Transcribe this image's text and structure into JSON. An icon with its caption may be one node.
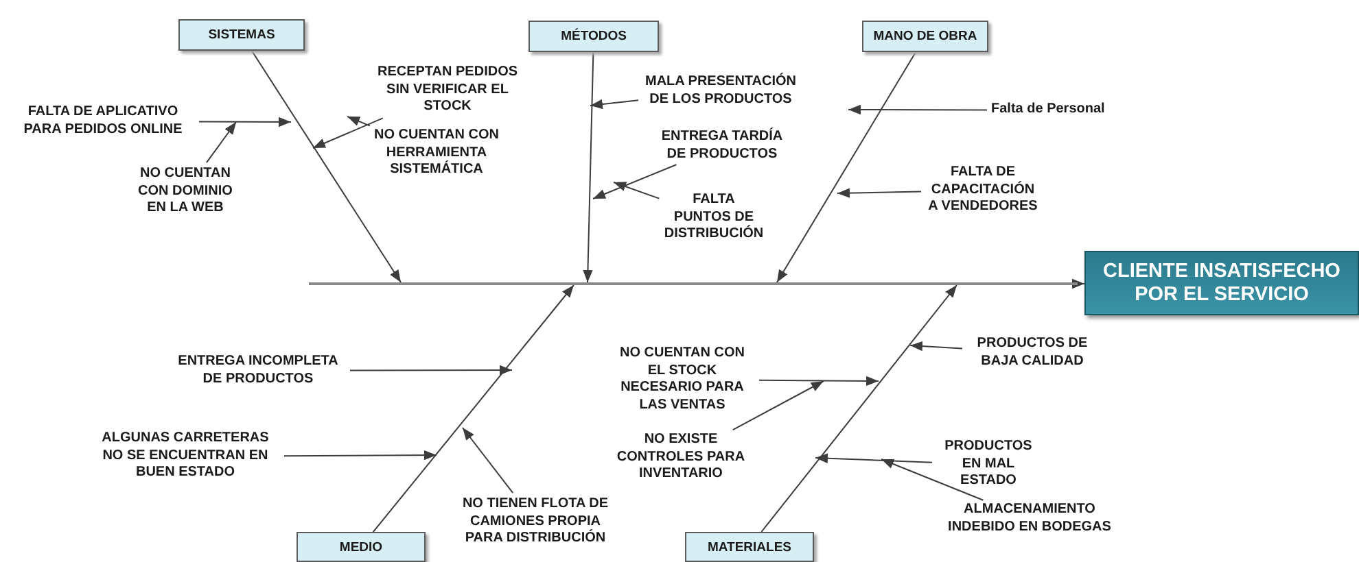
{
  "diagram": {
    "nodes": [
      {
        "text": [
          "SISTEMAS"
        ]
      },
      {
        "text": [
          "MÉTODOS"
        ]
      },
      {
        "text": [
          "MANO DE OBRA"
        ]
      },
      {
        "text": [
          "FALTA DE APLICATIVO PARA PEDIDOS ONLINE"
        ]
      },
      {
        "text": [
          "RECEPTAN PEDIDOS SIN VERIFICAR EL STOCK"
        ]
      },
      {
        "text": [
          "MALA PRESENTACIÓN DE LOS PRODUCTOS"
        ]
      },
      {
        "text": [
          "Falta de Personal"
        ]
      },
      {
        "text": [
          "NO CUENTAN CON HERRAMIENTA SISTEMÁTICA"
        ]
      },
      {
        "text": [
          "NO CUENTAN CON DOMINIO EN LA WEB"
        ]
      },
      {
        "text": [
          "ENTREGA TARDÍA DE PRODUCTOS"
        ]
      },
      {
        "text": [
          "FALTA PUNTOS DE DISTRIBUCIÓN"
        ]
      },
      {
        "text": [
          "FALTA DE CAPACITACIÓN A VENDEDORES"
        ]
      },
      {
        "text": [],
        "shape": "bar"
      },
      {
        "text": [
          "CLIENTE INSATISFECHO POR EL SERVICIO"
        ]
      },
      {
        "text": [
          "ENTREGA INCOMPLETA DE PRODUCTOS"
        ]
      },
      {
        "text": [
          "PRODUCTOS DE BAJA CALIDAD"
        ]
      },
      {
        "text": [
          "NO CUENTAN CON EL STOCK NECESARIO PARA LAS VENTAS"
        ]
      },
      {
        "text": [
          "ALGUNAS CARRETERAS NO SE ENCUENTRAN EN BUEN ESTADO"
        ]
      },
      {
        "text": [
          "NO EXISTE CONTROLES PARA INVENTARIO"
        ]
      },
      {
        "text": [
          "PRODUCTOS EN MAL ESTADO"
        ]
      },
      {
        "text": [
          "NO TIENEN FLOTA DE CAMIONES PROPIA PARA DISTRIBUCIÓN"
        ]
      },
      {
        "text": [
          "ALMACENAMIENTO INDEBIDO EN BODEGAS"
        ]
      },
      {
        "text": [
          "MEDIO"
        ]
      },
      {
        "text": [
          "MATERIALES"
        ]
      }
    ],
    "edges": [
      {
        "from": 0,
        "to": 12,
        "arrow": "to"
      },
      {
        "from": 1,
        "to": 12,
        "arrow": "to"
      },
      {
        "from": 2,
        "to": 12,
        "arrow": "to"
      },
      {
        "from": 22,
        "to": 12,
        "arrow": "to"
      },
      {
        "from": 23,
        "to": 12,
        "arrow": "to"
      },
      {
        "from": 12,
        "to": 13,
        "arrow": "to"
      },
      {
        "from": 3,
        "to": null,
        "arrow": "to"
      },
      {
        "from": 4,
        "to": null,
        "arrow": "to"
      },
      {
        "from": 5,
        "to": null,
        "arrow": "to"
      },
      {
        "from": 6,
        "to": null,
        "arrow": "to"
      },
      {
        "from": 7,
        "to": null,
        "arrow": "to"
      },
      {
        "from": 8,
        "to": null,
        "arrow": "to"
      },
      {
        "from": 9,
        "to": null,
        "arrow": "to"
      },
      {
        "from": 10,
        "to": null,
        "arrow": "to"
      },
      {
        "from": 11,
        "to": null,
        "arrow": "to"
      },
      {
        "from": 14,
        "to": null,
        "arrow": "to"
      },
      {
        "from": 15,
        "to": null,
        "arrow": "to"
      },
      {
        "from": 16,
        "to": null,
        "arrow": "to"
      },
      {
        "from": 17,
        "to": null,
        "arrow": "to"
      },
      {
        "from": 18,
        "to": null,
        "arrow": "to"
      },
      {
        "from": 19,
        "to": null,
        "arrow": "to"
      },
      {
        "from": 20,
        "to": null,
        "arrow": "to"
      },
      {
        "from": 21,
        "to": null,
        "arrow": "to"
      }
    ]
  }
}
